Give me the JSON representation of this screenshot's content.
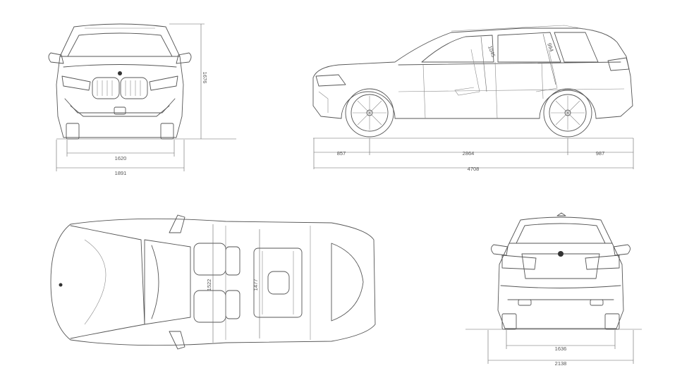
{
  "dimensions": {
    "front_track": "1620",
    "front_width": "1891",
    "front_height": "1676",
    "side_front_overhang": "857",
    "side_wheelbase": "2864",
    "side_rear_overhang": "987",
    "side_length": "4708",
    "side_front_headroom": "1045",
    "side_rear_headroom": "994",
    "top_front_shoulder": "1522",
    "top_rear_shoulder": "1477",
    "rear_track": "1636",
    "rear_width": "2138"
  },
  "colors": {
    "line": "#555555",
    "background": "#ffffff"
  }
}
